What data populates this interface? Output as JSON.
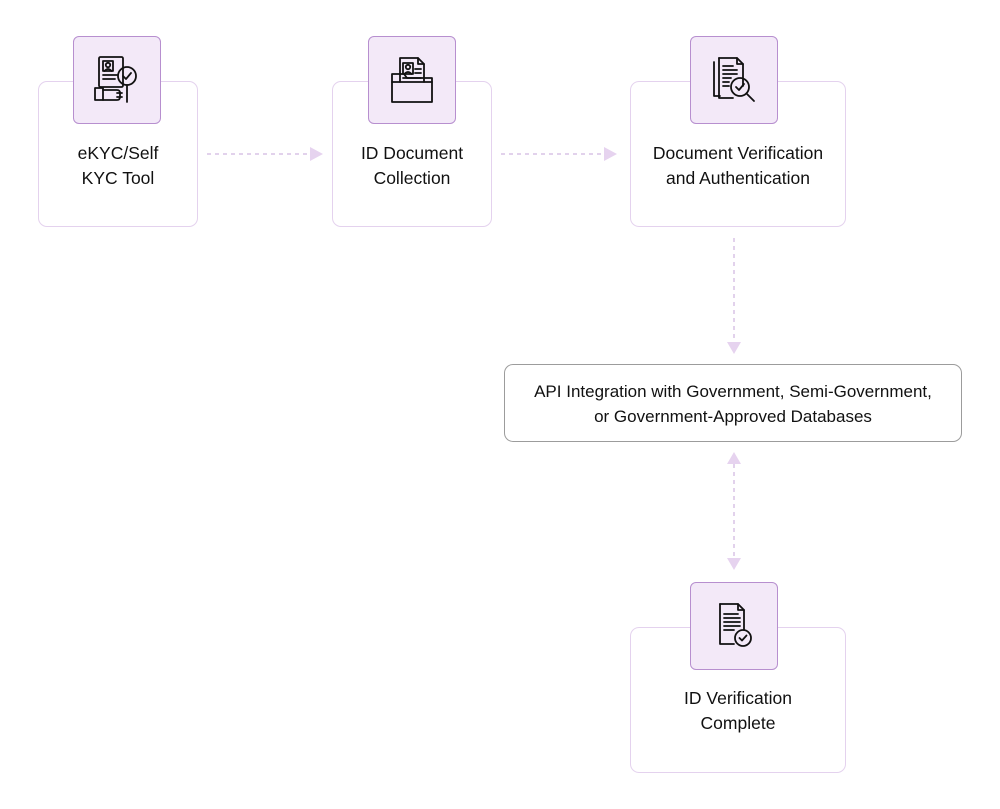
{
  "steps": {
    "ekyc": {
      "label": "eKYC/Self\nKYC Tool",
      "icon": "id-card-magnifier-check-icon"
    },
    "collection": {
      "label": "ID Document\nCollection",
      "icon": "id-document-folder-icon"
    },
    "verification": {
      "label": "Document Verification\nand Authentication",
      "icon": "documents-magnifier-check-icon"
    },
    "api": {
      "label": "API Integration with Government, Semi-Government,\nor Government-Approved Databases"
    },
    "complete": {
      "label": "ID Verification\nComplete",
      "icon": "document-check-icon"
    }
  },
  "colors": {
    "card_border": "#e4d2ee",
    "icon_fill": "#f3e9f8",
    "icon_border": "#b78fcf",
    "connector": "#d9c3e6",
    "arrowhead": "#e6d3ef",
    "api_border": "#9c9c9c"
  }
}
